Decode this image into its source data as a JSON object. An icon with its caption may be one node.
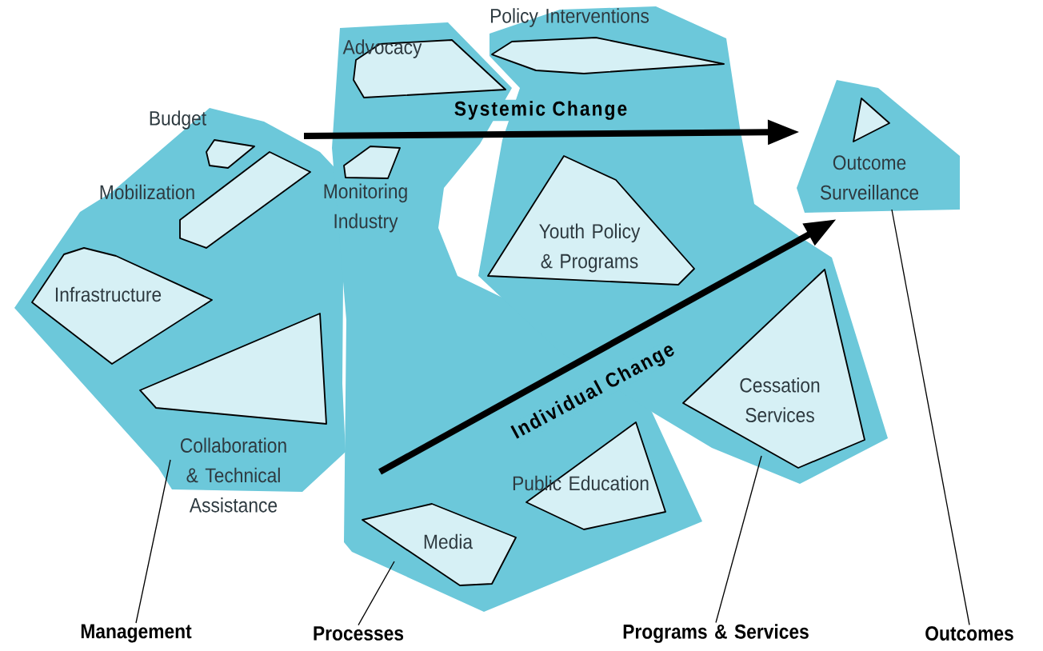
{
  "diagram": {
    "nodes": [
      {
        "text": [],
        "shape": "polygon"
      },
      {
        "text": [
          "Budget"
        ],
        "in": 0
      },
      {
        "text": [
          "Mobilization"
        ],
        "in": 0
      },
      {
        "text": [
          "Infrastructure"
        ],
        "in": 0
      },
      {
        "text": [
          "Collaboration & Technical Assistance"
        ],
        "in": 0
      },
      {
        "text": [],
        "shape": "polygon"
      },
      {
        "text": [
          "Advocacy"
        ],
        "in": 5
      },
      {
        "text": [
          "Monitoring Industry"
        ],
        "in": 5
      },
      {
        "text": [
          "Public Education"
        ],
        "in": 5
      },
      {
        "text": [
          "Media"
        ],
        "in": 5
      },
      {
        "text": [],
        "shape": "polygon"
      },
      {
        "text": [
          "Policy Interventions"
        ],
        "in": 10
      },
      {
        "text": [
          "Youth Policy & Programs"
        ],
        "in": 10
      },
      {
        "text": [
          "Cessation Services"
        ],
        "in": 10
      },
      {
        "text": [],
        "shape": "polygon"
      },
      {
        "text": [
          "Outcome Surveillance"
        ],
        "in": 14
      },
      {
        "text": [
          "Management"
        ]
      },
      {
        "text": [
          "Processes"
        ]
      },
      {
        "text": [
          "Programs & Services"
        ]
      },
      {
        "text": [
          "Outcomes"
        ]
      }
    ],
    "edges": [
      {
        "from": 0,
        "to": 14,
        "arrow": "to",
        "label": "Systemic Change",
        "style": "thick"
      },
      {
        "from": 5,
        "to": 14,
        "arrow": "to",
        "label": "Individual Change",
        "style": "thick"
      },
      {
        "from": 16,
        "to": 0,
        "arrow": "none"
      },
      {
        "from": 17,
        "to": 5,
        "arrow": "none"
      },
      {
        "from": 18,
        "to": 10,
        "arrow": "none"
      },
      {
        "from": 19,
        "to": 14,
        "arrow": "none"
      }
    ]
  }
}
